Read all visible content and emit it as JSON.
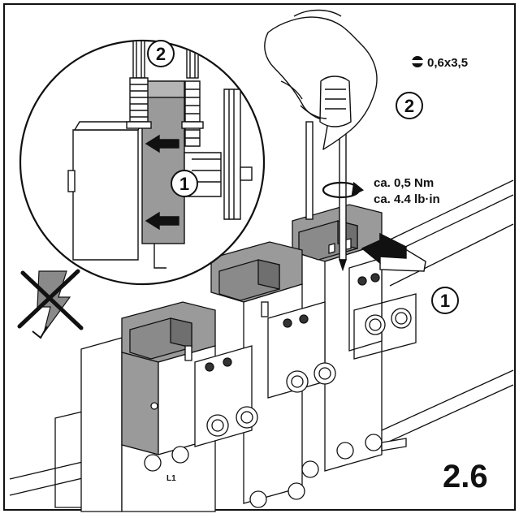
{
  "figure": {
    "step_number": "2.6",
    "callouts": {
      "detail_step_2": "2",
      "detail_step_1": "1",
      "main_step_2": "2",
      "main_step_1": "1"
    },
    "tool_size": "0,6x3,5",
    "torque": {
      "metric": "ca. 0,5 Nm",
      "imperial": "ca. 4.4 lb·in"
    },
    "terminal_marking": "L1"
  },
  "colors": {
    "line": "#111111",
    "gray_part": "#9a9a9a",
    "dark_part": "#707070",
    "background": "#ffffff"
  },
  "icons": [
    "screwdriver-slot-icon",
    "rotation-arrow-icon",
    "no-voltage-icon",
    "push-arrow-icon"
  ]
}
